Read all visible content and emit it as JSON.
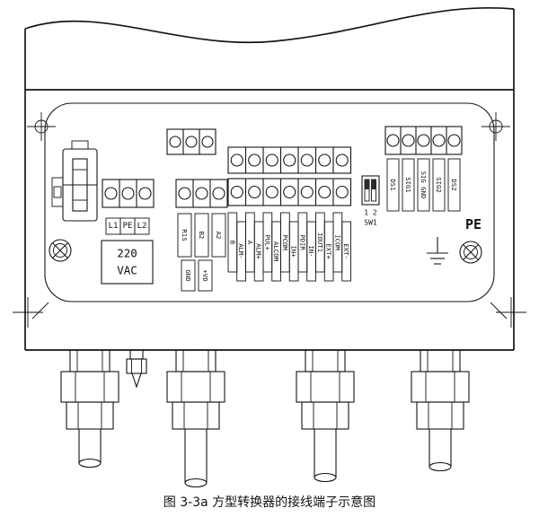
{
  "figure": {
    "caption": "图 3-3a 方型转换器的接线端子示意图"
  },
  "power_terminal": {
    "labels": [
      "L1",
      "PE",
      "L2"
    ],
    "voltage": [
      "220",
      "VAC"
    ]
  },
  "comm_terminal": {
    "labels": [
      "R1S",
      "B2",
      "A2"
    ],
    "power_labels": [
      "GND",
      "+VD"
    ]
  },
  "io_terminal": {
    "labels": [
      "B",
      "ALM-",
      "A",
      "ALM+",
      "PUL+",
      "ALCOM",
      "PCOM",
      "IN+",
      "PDIR",
      "IN-",
      "IOUT1",
      "EXT+",
      "ICOM",
      "EXT-"
    ]
  },
  "signal_terminal": {
    "labels": [
      "DS1",
      "SIG1",
      "SIG GND",
      "SIG2",
      "DS2"
    ]
  },
  "dip_switch": {
    "pin_labels": "1 2",
    "name": "SW1"
  },
  "ground": {
    "label": "PE"
  }
}
